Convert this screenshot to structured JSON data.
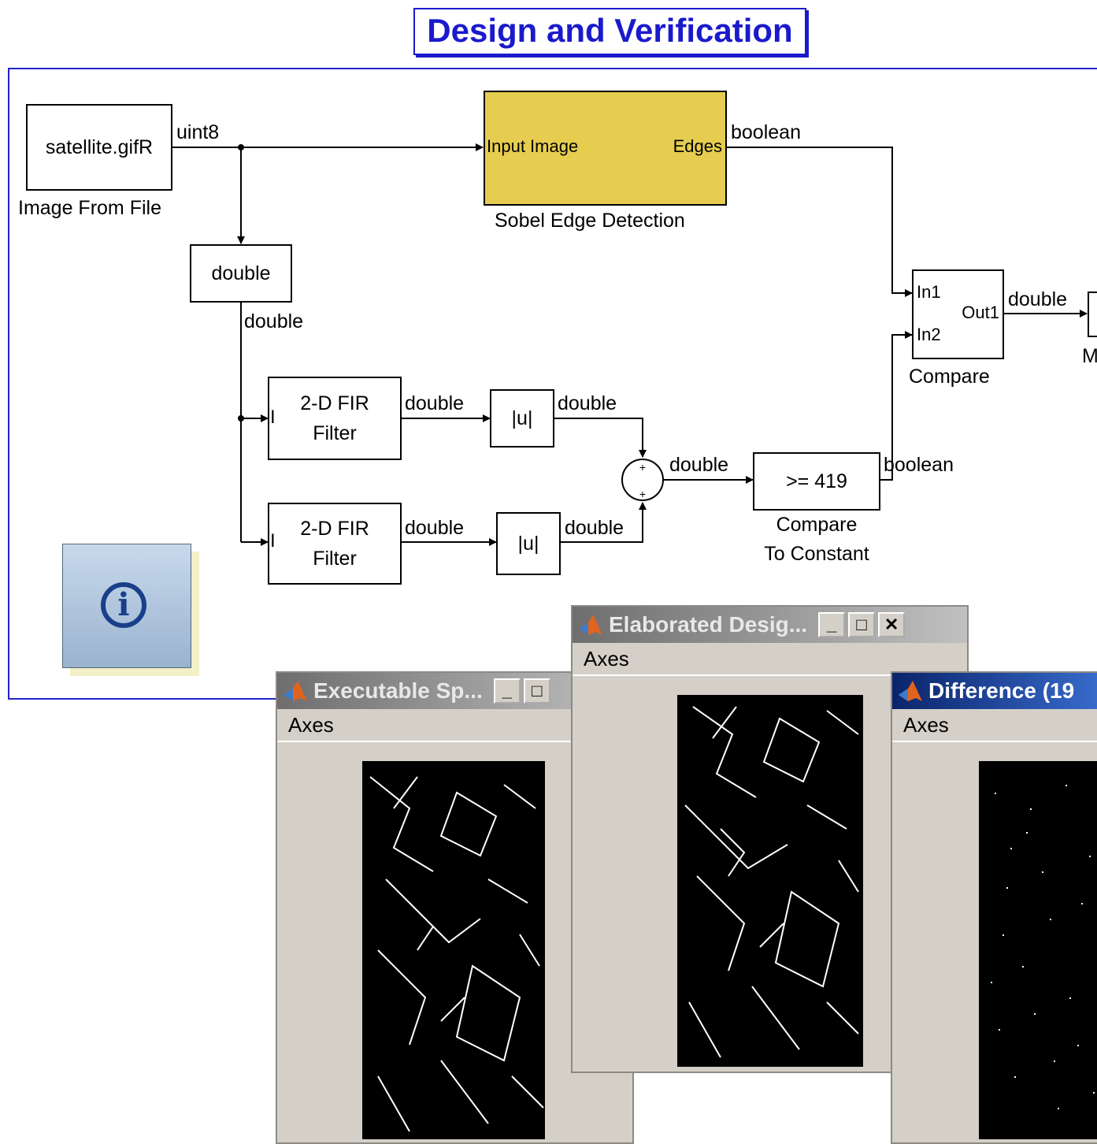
{
  "title": "Design and Verification",
  "blocks": {
    "image_from_file": {
      "content": "satellite.gifR",
      "label": "Image From File"
    },
    "sobel": {
      "label": "Sobel Edge Detection",
      "in_port": "Input Image",
      "out_port": "Edges",
      "color": "#e6cd4f"
    },
    "conv": {
      "content": "double"
    },
    "fir1": {
      "content_line1": "2-D FIR",
      "content_line2": "Filter",
      "port": "I"
    },
    "fir2": {
      "content_line1": "2-D FIR",
      "content_line2": "Filter",
      "port": "I"
    },
    "abs1": {
      "content": "|u|"
    },
    "abs2": {
      "content": "|u|"
    },
    "compare_const": {
      "content": ">= 419",
      "label_line1": "Compare",
      "label_line2": "To Constant"
    },
    "compare": {
      "label": "Compare",
      "in1": "In1",
      "in2": "In2",
      "out1": "Out1"
    },
    "cut_label": "M"
  },
  "signals": {
    "s_uint8": "uint8",
    "s_boolean_top": "boolean",
    "s_double_conv": "double",
    "s_double_fir1": "double",
    "s_double_abs1": "double",
    "s_double_fir2": "double",
    "s_double_abs2": "double",
    "s_double_sum": "double",
    "s_boolean_cmp": "boolean",
    "s_double_out": "double"
  },
  "windows": {
    "executable": {
      "title": "Executable Sp...",
      "menu": "Axes",
      "min": "_",
      "max": "□"
    },
    "elaborated": {
      "title": "Elaborated Desig...",
      "menu": "Axes",
      "min": "_",
      "max": "□",
      "close": "✕"
    },
    "difference": {
      "title": "Difference (19",
      "menu": "Axes"
    }
  },
  "info_icon": "info-icon",
  "colors": {
    "accent": "#1a1acc",
    "sobel": "#e6cd4f",
    "window_bg": "#d4d0c8"
  }
}
